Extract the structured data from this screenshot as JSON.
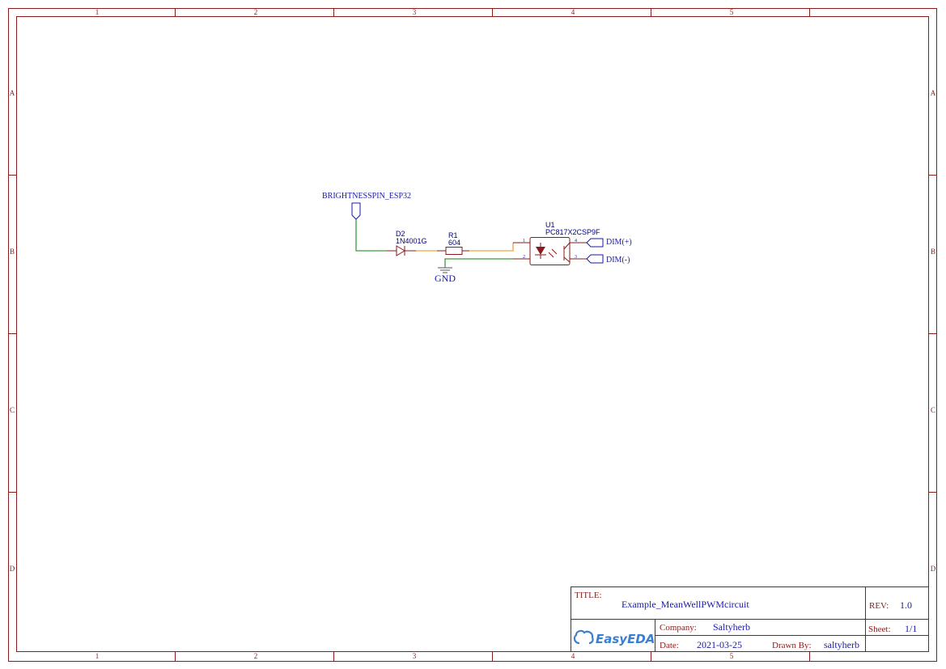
{
  "frame": {
    "columns": [
      "1",
      "2",
      "3",
      "4",
      "5"
    ],
    "rows": [
      "A",
      "B",
      "C",
      "D"
    ]
  },
  "schematic": {
    "net_port_top": "BRIGHTNESSPIN_ESP32",
    "diode": {
      "ref": "D2",
      "value": "1N4001G"
    },
    "resistor": {
      "ref": "R1",
      "value": "604"
    },
    "ground": "GND",
    "optocoupler": {
      "ref": "U1",
      "value": "PC817X2CSP9F",
      "pins": [
        "1",
        "2",
        "4",
        "3"
      ]
    },
    "port_dim_plus": "DIM(+)",
    "port_dim_minus": "DIM(-)"
  },
  "title_block": {
    "title_label": "TITLE:",
    "title": "Example_MeanWellPWMcircuit",
    "rev_label": "REV:",
    "rev": "1.0",
    "company_label": "Company:",
    "company": "Saltyherb",
    "sheet_label": "Sheet:",
    "sheet": "1/1",
    "date_label": "Date:",
    "date": "2021-03-25",
    "drawn_by_label": "Drawn By:",
    "drawn_by": "saltyherb",
    "logo": "EasyEDA"
  },
  "colors": {
    "frame": "#8b1a1a",
    "net": "#1a1aa8",
    "wire": "#3c9a3c",
    "wire_alt": "#f2b35c"
  }
}
